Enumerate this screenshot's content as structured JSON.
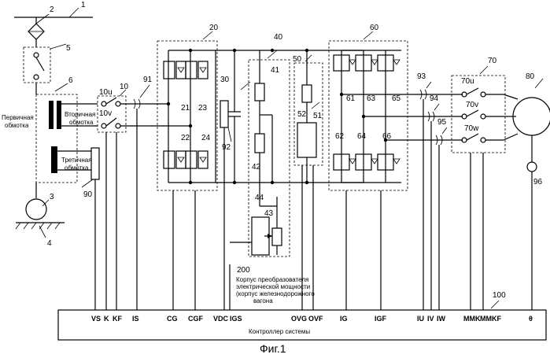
{
  "caption": "Фиг.1",
  "labels": {
    "primary_winding_1": "Первичная",
    "primary_winding_2": "обмотка",
    "secondary_winding_1": "Вторичная",
    "secondary_winding_2": "обмотка",
    "tertiary_winding_1": "Третичная",
    "tertiary_winding_2": "обмотка",
    "body_1": "Корпус преобразователя",
    "body_2": "электрической мощности",
    "body_3": "(корпус железнодорожного",
    "body_4": "вагона",
    "controller": "Контроллер системы"
  },
  "refs": {
    "r1": "1",
    "r2": "2",
    "r3": "3",
    "r4": "4",
    "r5": "5",
    "r6": "6",
    "r10": "10",
    "r10u": "10u",
    "r10v": "10v",
    "r20": "20",
    "r21": "21",
    "r22": "22",
    "r23": "23",
    "r24": "24",
    "r30": "30",
    "r40": "40",
    "r41": "41",
    "r42": "42",
    "r43": "43",
    "r44": "44",
    "r50": "50",
    "r51": "51",
    "r52": "52",
    "r60": "60",
    "r61": "61",
    "r62": "62",
    "r63": "63",
    "r64": "64",
    "r65": "65",
    "r66": "66",
    "r70": "70",
    "r70u": "70u",
    "r70v": "70v",
    "r70w": "70w",
    "r80": "80",
    "r90": "90",
    "r91": "91",
    "r92": "92",
    "r93": "93",
    "r94": "94",
    "r95": "95",
    "r96": "96",
    "r100": "100",
    "r200": "200"
  },
  "signals": [
    "VS",
    "K",
    "KF",
    "IS",
    "CG",
    "CGF",
    "VDC",
    "IGS",
    "OVG",
    "OVF",
    "IG",
    "IGF",
    "IU",
    "IV",
    "IW",
    "MMK",
    "MMKF",
    "θ"
  ]
}
